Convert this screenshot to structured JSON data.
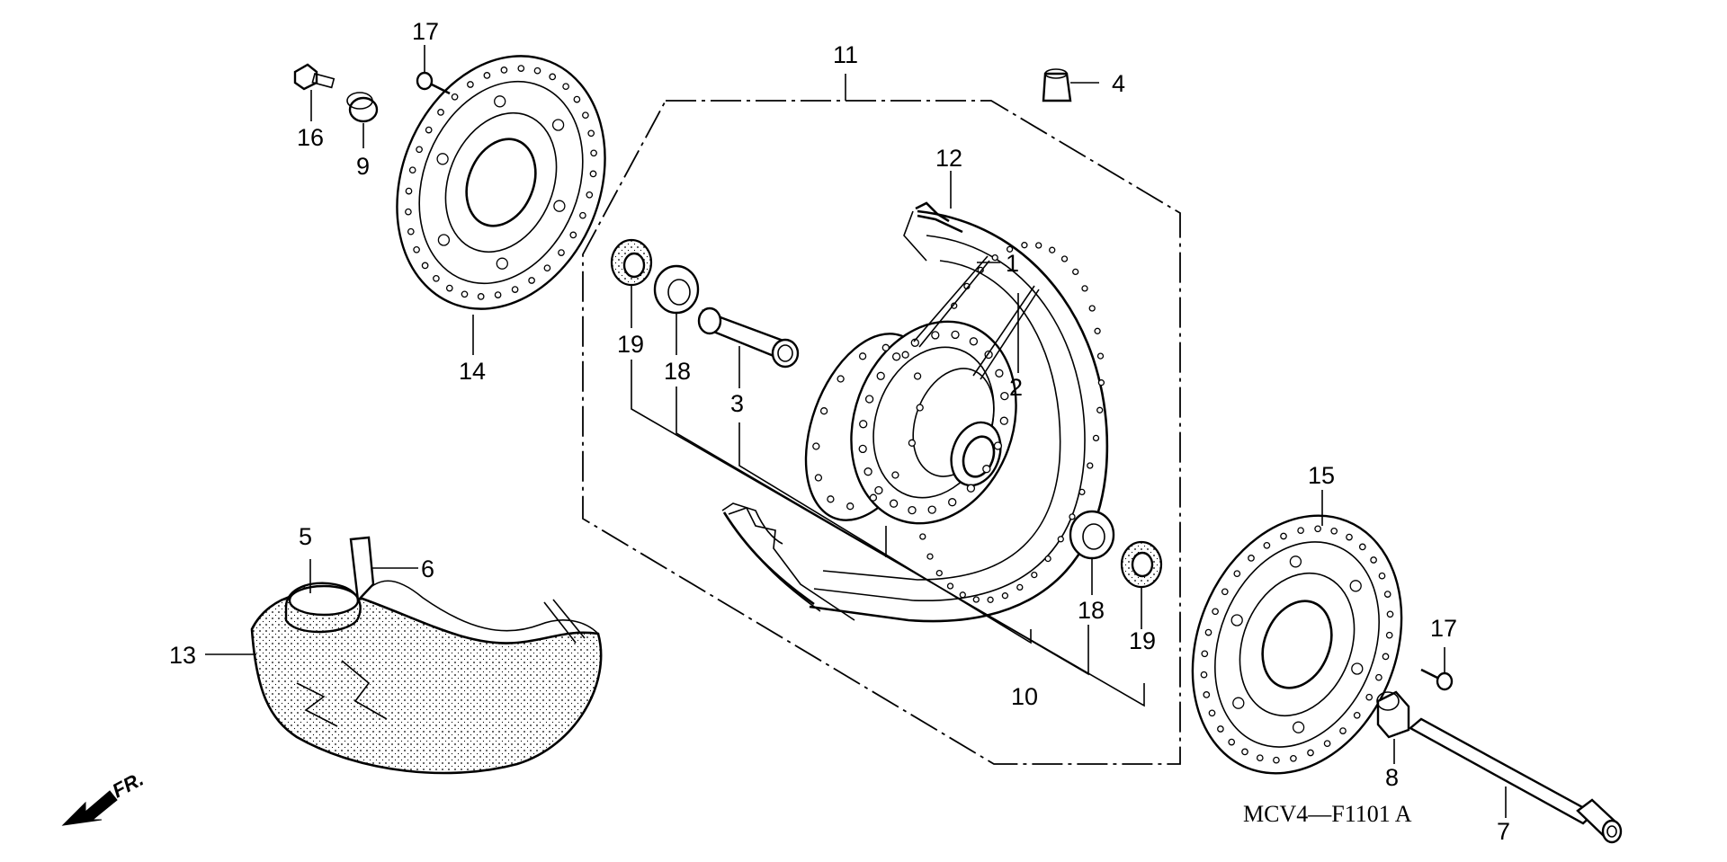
{
  "diagram": {
    "drawing_code": "MCV4—F1101 A",
    "front_label": "FR.",
    "callouts": {
      "c1": "1",
      "c2": "2",
      "c3": "3",
      "c4": "4",
      "c5": "5",
      "c6": "6",
      "c7": "7",
      "c8": "8",
      "c9": "9",
      "c10": "10",
      "c11": "11",
      "c12": "12",
      "c13": "13",
      "c14": "14",
      "c15": "15",
      "c16": "16",
      "c17a": "17",
      "c17b": "17",
      "c18a": "18",
      "c18b": "18",
      "c19a": "19",
      "c19b": "19"
    }
  }
}
